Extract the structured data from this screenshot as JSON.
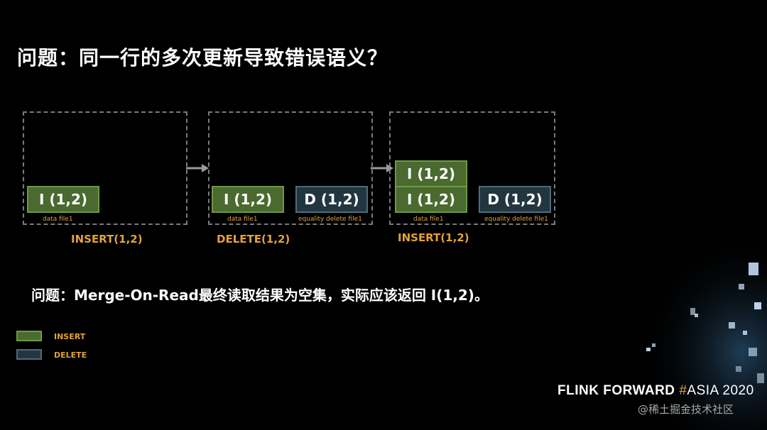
{
  "title": "问题：同一行的多次更新导致错误语义？",
  "panels": [
    {
      "op": "INSERT(1,2)",
      "data_cells": [
        "I (1,2)"
      ],
      "data_file": "data file1"
    },
    {
      "op": "DELETE(1,2)",
      "data_cells": [
        "I (1,2)"
      ],
      "data_file": "data file1",
      "delete_cell": "D (1,2)",
      "delete_file": "equality delete file1"
    },
    {
      "op": "INSERT(1,2)",
      "data_cells": [
        "I (1,2)",
        "I (1,2)"
      ],
      "data_file": "data file1",
      "delete_cell": "D (1,2)",
      "delete_file": "equality delete file1"
    }
  ],
  "problem": "问题：Merge-On-Read最终读取结果为空集，实际应该返回 I(1,2)。",
  "legend": {
    "insert": "INSERT",
    "delete": "DELETE"
  },
  "colors": {
    "insert_fill": "#4a6a2f",
    "delete_fill": "#23363f",
    "accent": "#e2a23a"
  },
  "brand": {
    "part1": "FLINK FORWARD",
    "hash": "#",
    "part2": "ASIA 2020"
  },
  "watermark": "@稀土掘金技术社区"
}
